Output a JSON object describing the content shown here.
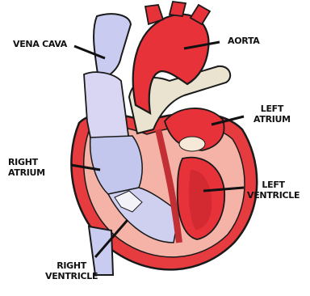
{
  "labels": {
    "vena_cava": "VENA CAVA",
    "aorta": "AORTA",
    "left_atrium": [
      "LEFT",
      "ATRIUM"
    ],
    "right_atrium": [
      "RIGHT",
      "ATRIUM"
    ],
    "left_ventricle": [
      "LEFT",
      "VENTRICLE"
    ],
    "right_ventricle": [
      "RIGHT",
      "VENTRICLE"
    ]
  },
  "colors": {
    "oxygenated": "#e8323a",
    "deoxygenated": "#b9bfe8",
    "muscle": "#f5b3a8",
    "outline": "#1a1a1a"
  }
}
